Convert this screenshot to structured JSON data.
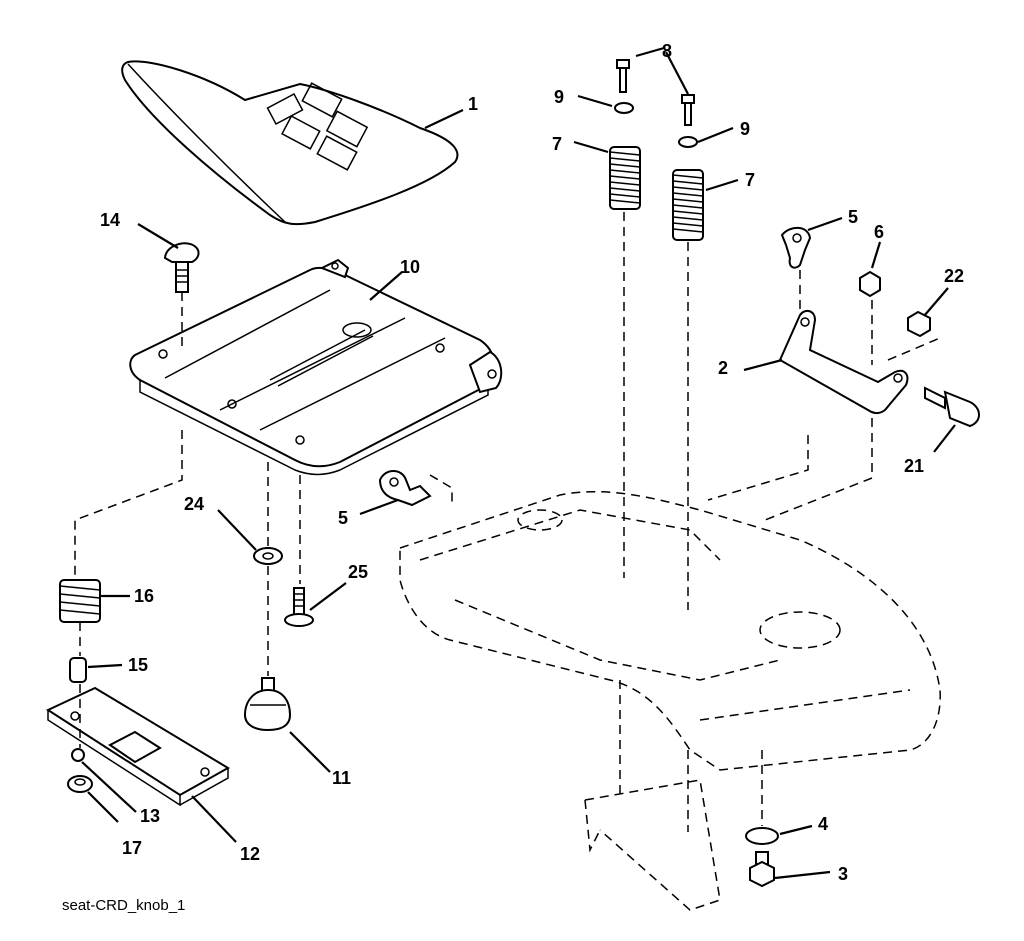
{
  "caption": "seat-CRD_knob_1",
  "callouts": {
    "c1": "1",
    "c2": "2",
    "c3": "3",
    "c4": "4",
    "c5a": "5",
    "c5b": "5",
    "c6": "6",
    "c7a": "7",
    "c7b": "7",
    "c8": "8",
    "c9a": "9",
    "c9b": "9",
    "c10": "10",
    "c11": "11",
    "c12": "12",
    "c13": "13",
    "c14": "14",
    "c15": "15",
    "c16": "16",
    "c17": "17",
    "c21": "21",
    "c22": "22",
    "c24": "24",
    "c25": "25"
  }
}
